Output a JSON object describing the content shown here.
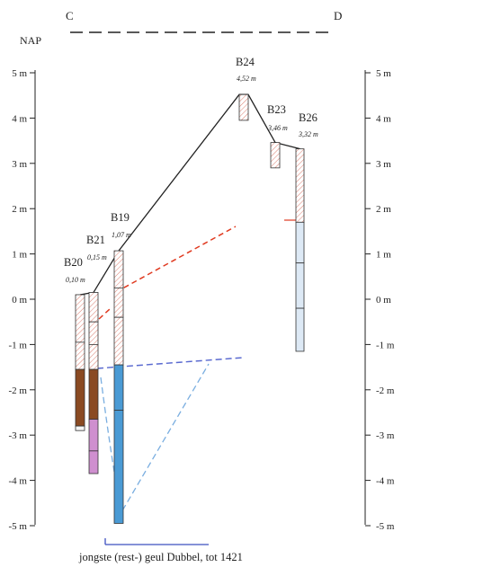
{
  "section": {
    "start": "C",
    "end": "D",
    "datum": "NAP"
  },
  "axis": {
    "unit": "m",
    "min": -5,
    "max": 5,
    "ticks": [
      "5 m",
      "4 m",
      "3 m",
      "2 m",
      "1 m",
      "0 m",
      "-1 m",
      "-2 m",
      "-3 m",
      "-4 m",
      "-5 m"
    ]
  },
  "boreholes": [
    {
      "id": "B20",
      "elev_label": "0,10 m",
      "top": 0.1,
      "bottom": -2.9,
      "segments": [
        {
          "from": 0.1,
          "to": -0.95,
          "fill": "hatch"
        },
        {
          "from": -0.95,
          "to": -1.55,
          "fill": "hatch"
        },
        {
          "from": -1.55,
          "to": -2.8,
          "fill": "#8a4a22"
        },
        {
          "from": -2.8,
          "to": -2.9,
          "fill": "#f4f4f4"
        }
      ]
    },
    {
      "id": "B21",
      "elev_label": "0,15 m",
      "top": 0.15,
      "bottom": -3.85,
      "segments": [
        {
          "from": 0.15,
          "to": -0.5,
          "fill": "hatch"
        },
        {
          "from": -0.5,
          "to": -1.0,
          "fill": "hatch"
        },
        {
          "from": -1.0,
          "to": -1.55,
          "fill": "hatch"
        },
        {
          "from": -1.55,
          "to": -2.65,
          "fill": "#8a4a22"
        },
        {
          "from": -2.65,
          "to": -3.35,
          "fill": "#cf8fcf"
        },
        {
          "from": -3.35,
          "to": -3.85,
          "fill": "#cf8fcf"
        }
      ]
    },
    {
      "id": "B19",
      "elev_label": "1,07 m",
      "top": 1.07,
      "bottom": -4.95,
      "segments": [
        {
          "from": 1.07,
          "to": 0.25,
          "fill": "hatch"
        },
        {
          "from": 0.25,
          "to": -0.4,
          "fill": "hatch"
        },
        {
          "from": -0.4,
          "to": -1.45,
          "fill": "hatch"
        },
        {
          "from": -1.45,
          "to": -2.45,
          "fill": "#4a9ad4"
        },
        {
          "from": -2.45,
          "to": -4.95,
          "fill": "#4a9ad4"
        }
      ]
    },
    {
      "id": "B24",
      "elev_label": "4,52 m",
      "top": 4.52,
      "bottom": 3.95,
      "segments": [
        {
          "from": 4.52,
          "to": 3.95,
          "fill": "hatch"
        }
      ]
    },
    {
      "id": "B23",
      "elev_label": "3,46 m",
      "top": 3.46,
      "bottom": 2.9,
      "segments": [
        {
          "from": 3.46,
          "to": 2.9,
          "fill": "hatch"
        }
      ]
    },
    {
      "id": "B26",
      "elev_label": "3,32 m",
      "top": 3.32,
      "bottom": -1.15,
      "segments": [
        {
          "from": 3.32,
          "to": 1.7,
          "fill": "hatch"
        },
        {
          "from": 1.7,
          "to": 0.8,
          "fill": "#dde9f5"
        },
        {
          "from": 0.8,
          "to": -0.2,
          "fill": "#dde9f5"
        },
        {
          "from": -0.2,
          "to": -1.15,
          "fill": "#dde9f5"
        }
      ]
    }
  ],
  "colors": {
    "peat": "#8a4a22",
    "pink_clay": "#cf8fcf",
    "blue_channel": "#4a9ad4",
    "light_blue": "#dde9f5",
    "hatch": "#d87060",
    "red_dash": "#e03a20",
    "blue_dash": "#5a6ad0",
    "light_blue_dash": "#7aaee0"
  },
  "channel_caption": "jongste (rest-) geul Dubbel, tot 1421"
}
